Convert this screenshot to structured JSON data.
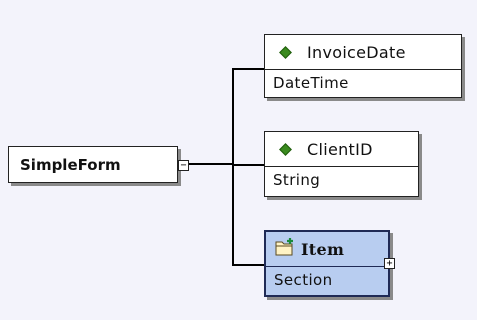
{
  "root": {
    "label": "SimpleForm",
    "toggle": "−"
  },
  "children": [
    {
      "name": "InvoiceDate",
      "type": "DateTime",
      "icon": "element-diamond-icon"
    },
    {
      "name": "ClientID",
      "type": "String",
      "icon": "element-diamond-icon"
    },
    {
      "name": "Item",
      "type": "Section",
      "icon": "section-folder-icon",
      "toggle": "+"
    }
  ],
  "colors": {
    "background": "#f3f3fb",
    "section_fill": "#b8cdf0",
    "diamond": "#3a8a1e"
  }
}
